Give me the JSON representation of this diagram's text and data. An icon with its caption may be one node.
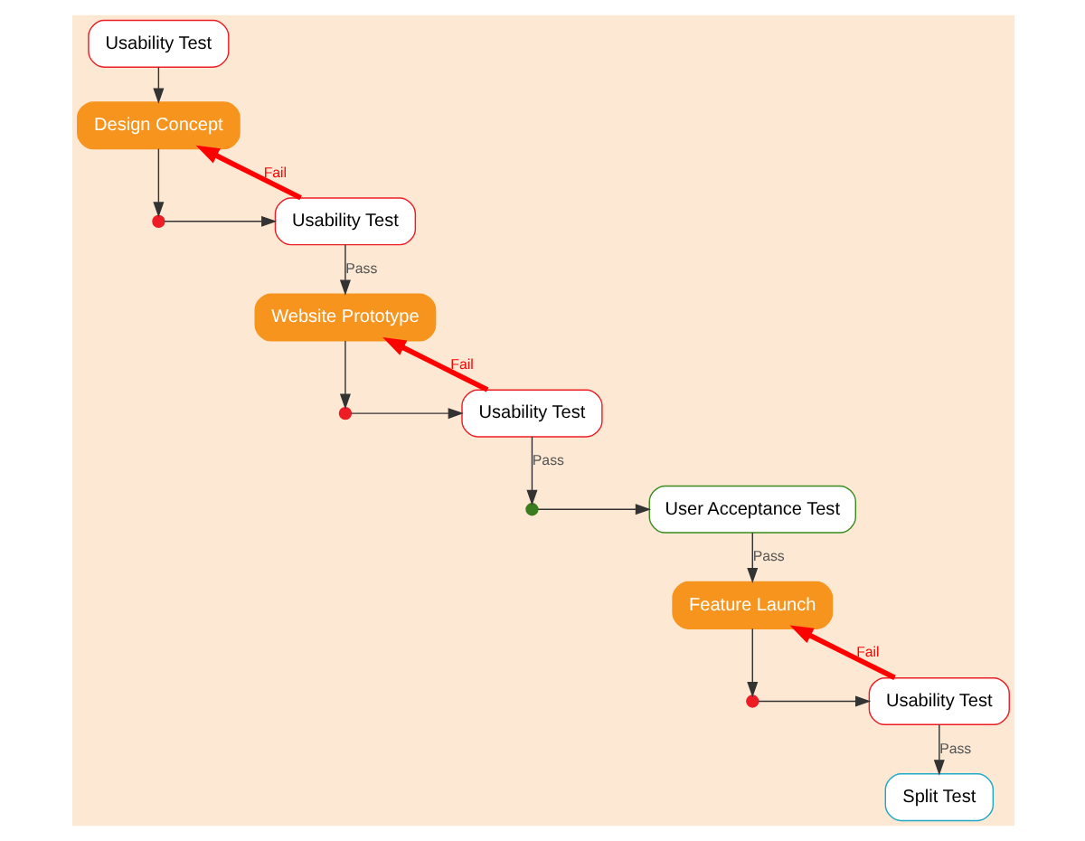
{
  "diagram": {
    "nodes": [
      {
        "text": [
          "Usability Test"
        ]
      },
      {
        "text": [
          "Design Concept"
        ]
      },
      {
        "text": [],
        "shape": "circle"
      },
      {
        "text": [
          "Usability Test"
        ]
      },
      {
        "text": [
          "Website Prototype"
        ]
      },
      {
        "text": [],
        "shape": "circle"
      },
      {
        "text": [
          "Usability Test"
        ]
      },
      {
        "text": [
          "User Acceptance Test"
        ]
      },
      {
        "text": [],
        "shape": "circle"
      },
      {
        "text": [
          "Feature Launch"
        ]
      },
      {
        "text": [],
        "shape": "circle"
      },
      {
        "text": [
          "Usability Test"
        ]
      },
      {
        "text": [
          "Split Test"
        ]
      }
    ],
    "edges": [
      {
        "from": 0,
        "to": 1,
        "arrow": "to"
      },
      {
        "from": 1,
        "to": 2,
        "arrow": "to"
      },
      {
        "from": 2,
        "to": 3,
        "arrow": "to"
      },
      {
        "from": 3,
        "to": 1,
        "arrow": "to",
        "label": "Fail",
        "style": "thick",
        "color": "#ff0000"
      },
      {
        "from": 3,
        "to": 4,
        "arrow": "to",
        "label": "Pass"
      },
      {
        "from": 4,
        "to": 5,
        "arrow": "to"
      },
      {
        "from": 5,
        "to": 6,
        "arrow": "to"
      },
      {
        "from": 6,
        "to": 4,
        "arrow": "to",
        "label": "Fail",
        "style": "thick",
        "color": "#ff0000"
      },
      {
        "from": 6,
        "to": 8,
        "arrow": "to",
        "label": "Pass"
      },
      {
        "from": 8,
        "to": 7,
        "arrow": "to"
      },
      {
        "from": 7,
        "to": 9,
        "arrow": "to",
        "label": "Pass"
      },
      {
        "from": 9,
        "to": 10,
        "arrow": "to"
      },
      {
        "from": 10,
        "to": 11,
        "arrow": "to"
      },
      {
        "from": 11,
        "to": 9,
        "arrow": "to",
        "label": "Fail",
        "style": "thick",
        "color": "#ff0000"
      },
      {
        "from": 11,
        "to": 12,
        "arrow": "to",
        "label": "Pass"
      }
    ]
  }
}
